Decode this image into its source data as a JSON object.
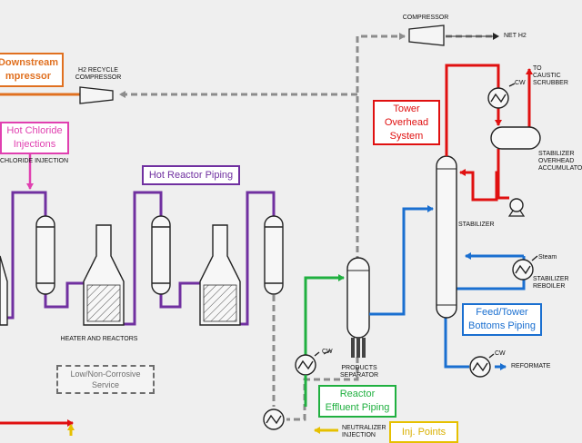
{
  "diagram": {
    "callouts": {
      "downstream_compressor": "Downstream\nmpressor",
      "hot_chloride_injections": "Hot Chloride\nInjections",
      "hot_reactor_piping": "Hot Reactor Piping",
      "tower_overhead_system": "Tower\nOverhead\nSystem",
      "feed_tower_bottoms_piping": "Feed/Tower\nBottoms Piping",
      "low_non_corrosive_service": "Low/Non-Corrosive\nService",
      "reactor_effluent_piping": "Reactor\nEffluent Piping",
      "inj_points": "Inj. Points"
    },
    "labels": {
      "compressor": "COMPRESSOR",
      "net_h2": "NET H2",
      "h2_recycle_compressor": "H2 RECYCLE\nCOMPRESSOR",
      "chloride_injection": "CHLORIDE INJECTION",
      "heater_and_reactors": "HEATER AND REACTORS",
      "to_caustic_scrubber": "TO\nCAUSTIC\nSCRUBBER",
      "cw_overhead": "CW",
      "stabilizer_overhead_accumulator": "STABILIZER\nOVERHEAD\nACCUMULATOR",
      "stabilizer": "STABILIZER",
      "steam": "Steam",
      "stabilizer_reboiler": "STABILIZER\nREBOILER",
      "products_separator": "PRODUCTS\nSEPARATOR",
      "cw_effluent": "CW",
      "cw_reformate": "CW",
      "reformate": "REFORMATE",
      "neutralizer_injection": "NEUTRALIZER\nINJECTION"
    },
    "colors": {
      "gray": "#8c8c8c",
      "orange": "#e07020",
      "pink": "#e040b0",
      "purple": "#7030a0",
      "red": "#e01010",
      "blue": "#1a6fd0",
      "green": "#20b040",
      "yellow": "#e6c000",
      "dark_gray": "#6d6d6d"
    }
  }
}
